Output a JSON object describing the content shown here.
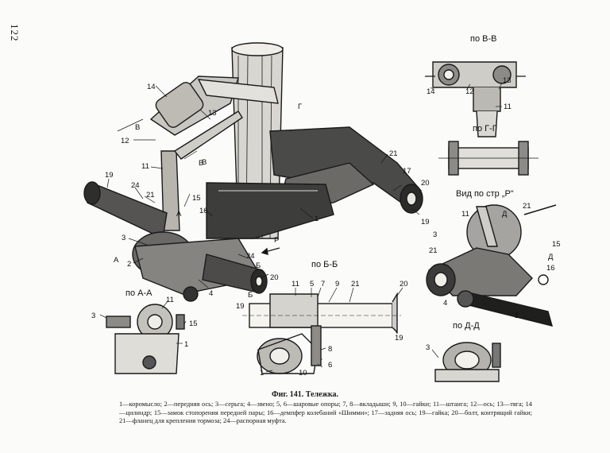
{
  "page_number": "122",
  "figure": {
    "title": "Фиг. 141. Тележка.",
    "legend": "1—коромысло; 2—передняя ось; 3—серьга; 4—звено; 5, 6—шаровые опоры; 7, 8—вкладыши; 9, 10—гайки; 11—штанга; 12—ось; 13—тяга; 14—цилиндр; 15—замок стопорения передней пары; 16—демпфер колебаний «Шимми»; 17—задняя ось; 19—гайка; 20—болт, контрящий гайки; 21—фланец для крепления тормоза; 24—распорная муфта."
  },
  "views": {
    "vv": "по В-В",
    "gg": "по Г-Г",
    "p": "Вид по стр „Р\"",
    "bb": "по Б-Б",
    "aa": "по А-А",
    "dd": "по Д-Д"
  },
  "callouts": {
    "main": [
      "14",
      "13",
      "12",
      "11",
      "19",
      "24",
      "21",
      "15",
      "16",
      "3",
      "2",
      "4",
      "20",
      "24",
      "19",
      "21",
      "17",
      "20",
      "19",
      "1",
      "В",
      "В",
      "Г",
      "В",
      "А",
      "А",
      "Б",
      "Б",
      "Р"
    ],
    "vv": [
      "14",
      "12",
      "13",
      "11"
    ],
    "p": [
      "11",
      "Д",
      "21",
      "3",
      "15",
      "21",
      "Д",
      "16",
      "4",
      "1"
    ],
    "bb": [
      "11",
      "5",
      "7",
      "9",
      "21",
      "20",
      "1",
      "8",
      "10",
      "6",
      "19"
    ],
    "aa": [
      "11",
      "3",
      "15",
      "1"
    ],
    "dd": [
      "3"
    ]
  }
}
